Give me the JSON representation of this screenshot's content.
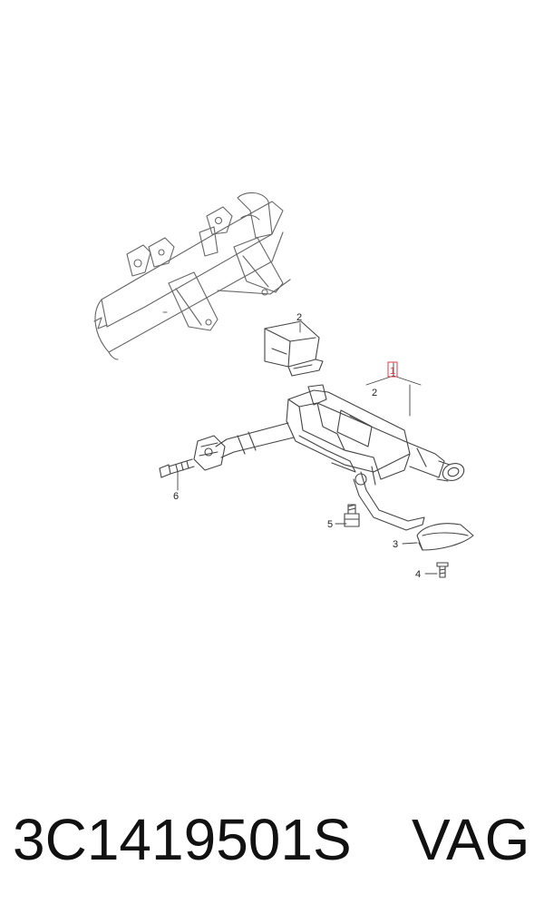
{
  "diagram": {
    "callouts": {
      "c1": "1",
      "c2_top": "2",
      "c2_sub": "2",
      "c3": "3",
      "c4": "4",
      "c5": "5",
      "c6": "6"
    },
    "highlight_color": "#e23b4a",
    "line_color": "#444444"
  },
  "footer": {
    "part_number": "3C1419501S",
    "brand": "VAG"
  }
}
